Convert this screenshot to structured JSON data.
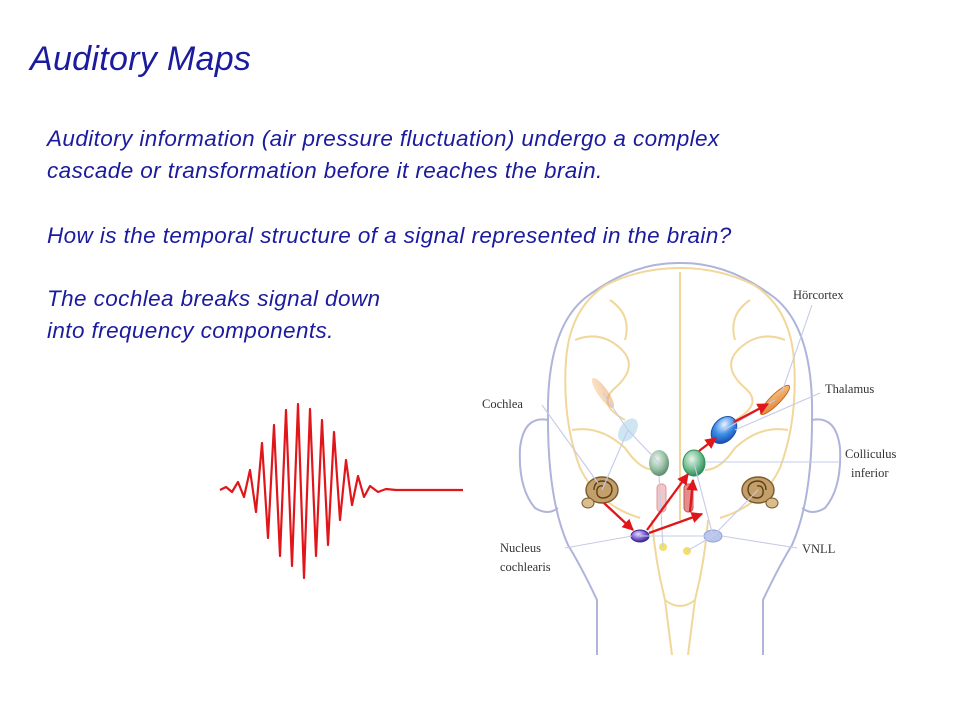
{
  "slide": {
    "title": "Auditory Maps",
    "paragraph1": [
      "Auditory information (air pressure fluctuation) undergo a complex",
      "cascade or transformation before it reaches the brain."
    ],
    "paragraph2": "How is the temporal structure of a signal represented in the brain?",
    "paragraph3": [
      "The cochlea breaks signal down",
      "into frequency components."
    ]
  },
  "diagram": {
    "labels": {
      "auditory_cortex": "Hörcortex",
      "cochlea": "Cochlea",
      "thalamus": "Thalamus",
      "colliculus_line1": "Colliculus",
      "colliculus_line2": "inferior",
      "nucleus_line1": "Nucleus",
      "nucleus_line2": "cochlearis",
      "vnll": "VNLL"
    },
    "colors": {
      "text": "#1b1b9e",
      "waveform": "#e0161b",
      "head_outline": "#aeb4da",
      "brain_lines": "#f1d79a",
      "pathway_arrow": "#e0161b"
    }
  }
}
